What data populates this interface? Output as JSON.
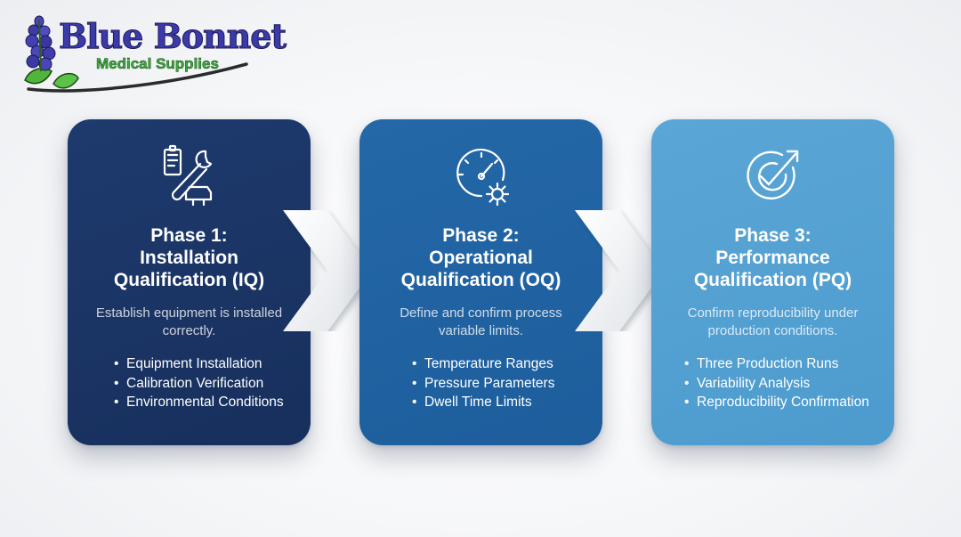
{
  "logo": {
    "brand": "Blue Bonnet",
    "tagline": "Medical Supplies"
  },
  "phases": [
    {
      "title_lines": [
        "Phase 1:",
        "Installation",
        "Qualification (IQ)"
      ],
      "description": "Establish equipment is installed correctly.",
      "items": [
        "Equipment Installation",
        "Calibration Verification",
        "Environmental Conditions"
      ],
      "icon": "wrench-clipboard-icon",
      "color": "#1b3566"
    },
    {
      "title_lines": [
        "Phase 2:",
        "Operational",
        "Qualification (OQ)"
      ],
      "description": "Define and confirm process variable limits.",
      "items": [
        "Temperature Ranges",
        "Pressure Parameters",
        "Dwell Time Limits"
      ],
      "icon": "gauge-gear-icon",
      "color": "#2163a3"
    },
    {
      "title_lines": [
        "Phase 3:",
        "Performance",
        "Qualification (PQ)"
      ],
      "description": "Confirm reproducibility under production conditions.",
      "items": [
        "Three Production Runs",
        "Variability Analysis",
        "Reproducibility Confirmation"
      ],
      "icon": "check-target-icon",
      "color": "#54a1d2"
    }
  ]
}
